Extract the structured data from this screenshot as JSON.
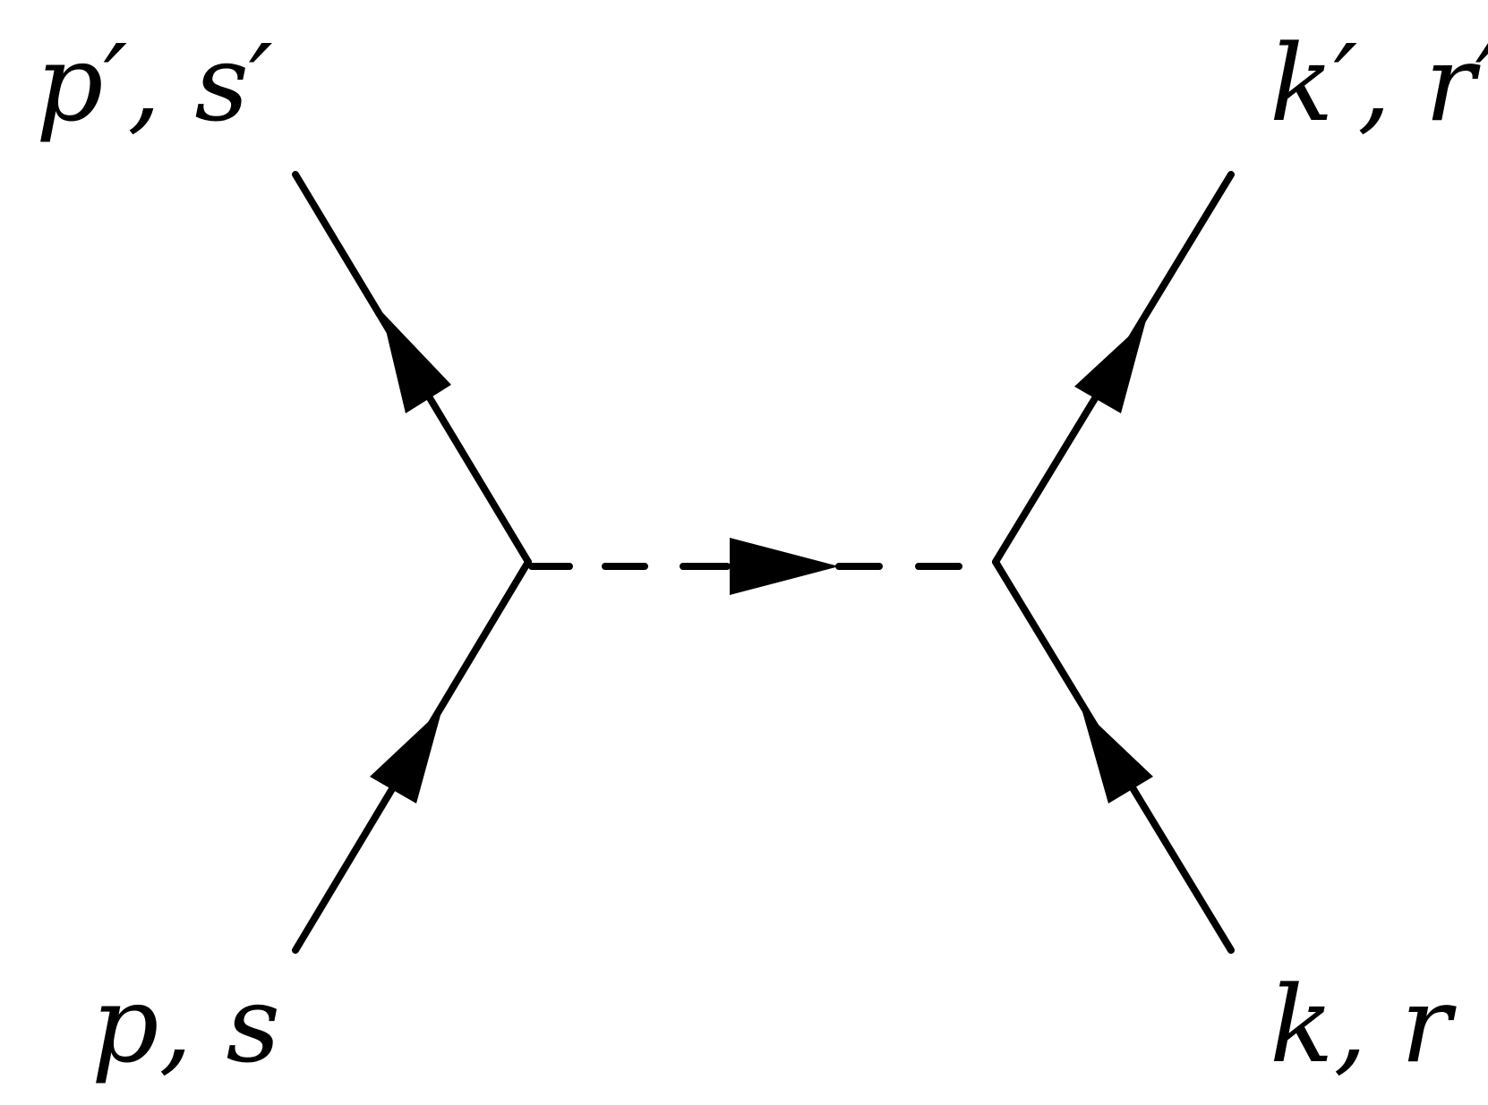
{
  "diagram": {
    "labels": {
      "top_left": "p′, s′",
      "top_right": "k′, r′",
      "bottom_left": "p, s",
      "bottom_right": "k, r"
    },
    "line_color": "#000000"
  }
}
